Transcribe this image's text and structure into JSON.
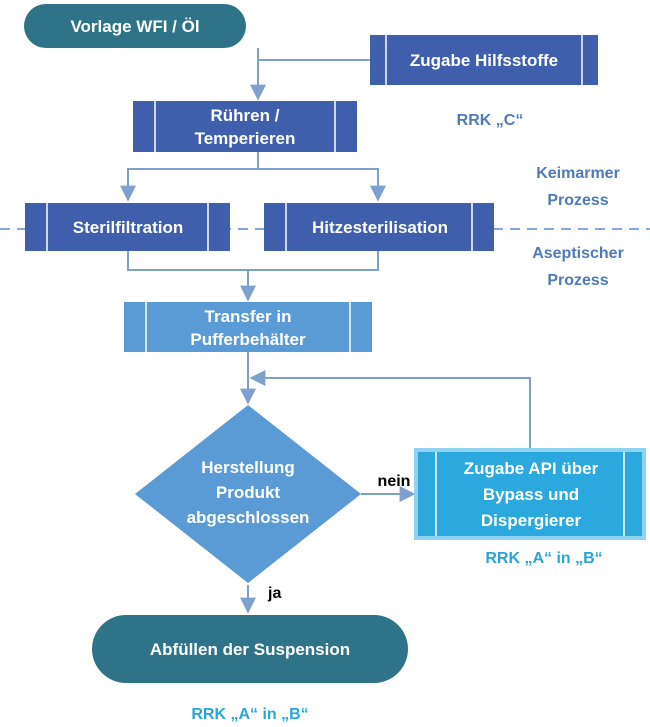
{
  "colors": {
    "terminal": "#2E7388",
    "process_dark": "#3F5FAD",
    "process_light": "#5B9BD5",
    "decision": "#5B9BD5",
    "api_box_fill": "#2BA8DD",
    "api_box_border": "#8FD3F0",
    "note_slate": "#4F79B7",
    "note_cyan": "#26A6DA",
    "connector": "#7F9FCF",
    "divider": "#5B8FC7"
  },
  "nodes": {
    "start": "Vorlage WFI / Öl",
    "additives": "Zugabe Hilfsstoffe",
    "stir_line1": "Rühren /",
    "stir_line2": "Temperieren",
    "sterile_filtration": "Sterilfiltration",
    "heat_sterilisation": "Hitzesterilisation",
    "transfer_line1": "Transfer in",
    "transfer_line2": "Pufferbehälter",
    "decision_line1": "Herstellung",
    "decision_line2": "Produkt",
    "decision_line3": "abgeschlossen",
    "api_line1": "Zugabe API über",
    "api_line2": "Bypass und",
    "api_line3": "Dispergierer",
    "end": "Abfüllen der Suspension"
  },
  "notes": {
    "rrk_c": "RRK „C“",
    "low_germ_line1": "Keimarmer",
    "low_germ_line2": "Prozess",
    "aseptic_line1": "Aseptischer",
    "aseptic_line2": "Prozess",
    "rrk_api": "RRK „A“ in „B“",
    "rrk_end": "RRK „A“ in „B“"
  },
  "edges": {
    "no": "nein",
    "yes": "ja"
  }
}
